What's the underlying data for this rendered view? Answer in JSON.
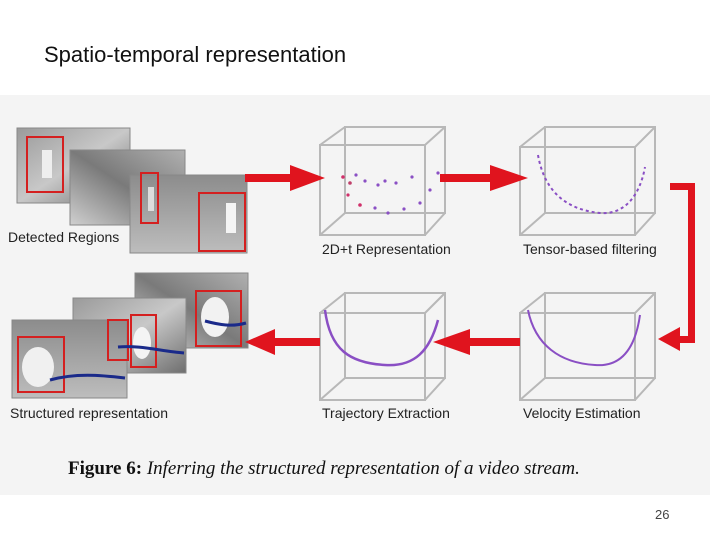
{
  "slide": {
    "title": "Spatio-temporal representation",
    "page_number": "26"
  },
  "figure": {
    "labels": {
      "detected_regions": "Detected Regions",
      "representation_2dt": "2D+t Representation",
      "tensor_filtering": "Tensor-based filtering",
      "structured_representation": "Structured representation",
      "trajectory_extraction": "Trajectory Extraction",
      "velocity_estimation": "Velocity Estimation"
    },
    "caption": {
      "figure_label": "Figure 6:",
      "text": "Inferring the structured representation of a video stream."
    },
    "colors": {
      "arrow": "#e0141e",
      "frame_box": "#d42020",
      "trajectory_blue": "#1a2a8a",
      "curve_purple": "#8a4fc4",
      "curve_red": "#d0306a",
      "cube_edge": "#b8b8b8"
    }
  }
}
